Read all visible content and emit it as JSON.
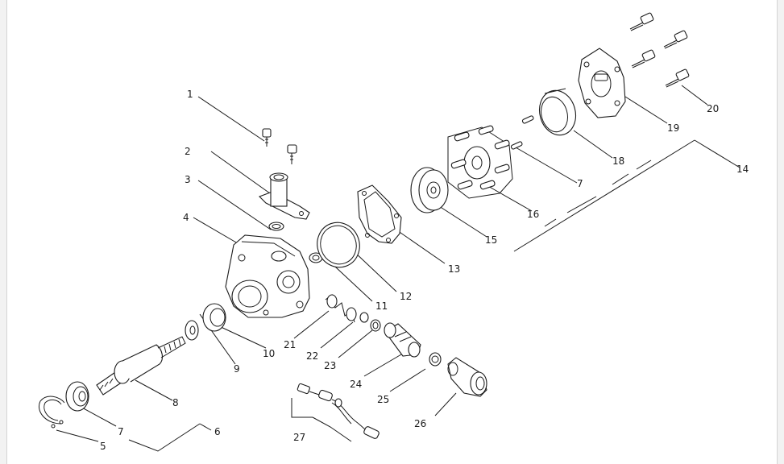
{
  "callouts": {
    "c1": "1",
    "c2": "2",
    "c3": "3",
    "c4": "4",
    "c5": "5",
    "c6": "6",
    "c7a": "7",
    "c7b": "7",
    "c8": "8",
    "c9": "9",
    "c10": "10",
    "c11": "11",
    "c12": "12",
    "c13": "13",
    "c14": "14",
    "c15": "15",
    "c16": "16",
    "c18": "18",
    "c19": "19",
    "c20": "20",
    "c21": "21",
    "c22": "22",
    "c23": "23",
    "c24": "24",
    "c25": "25",
    "c26": "26",
    "c27": "27"
  },
  "colors": {
    "ink": "#1a1a1a",
    "paper": "#ffffff",
    "gutter": "#f2f2f2"
  }
}
